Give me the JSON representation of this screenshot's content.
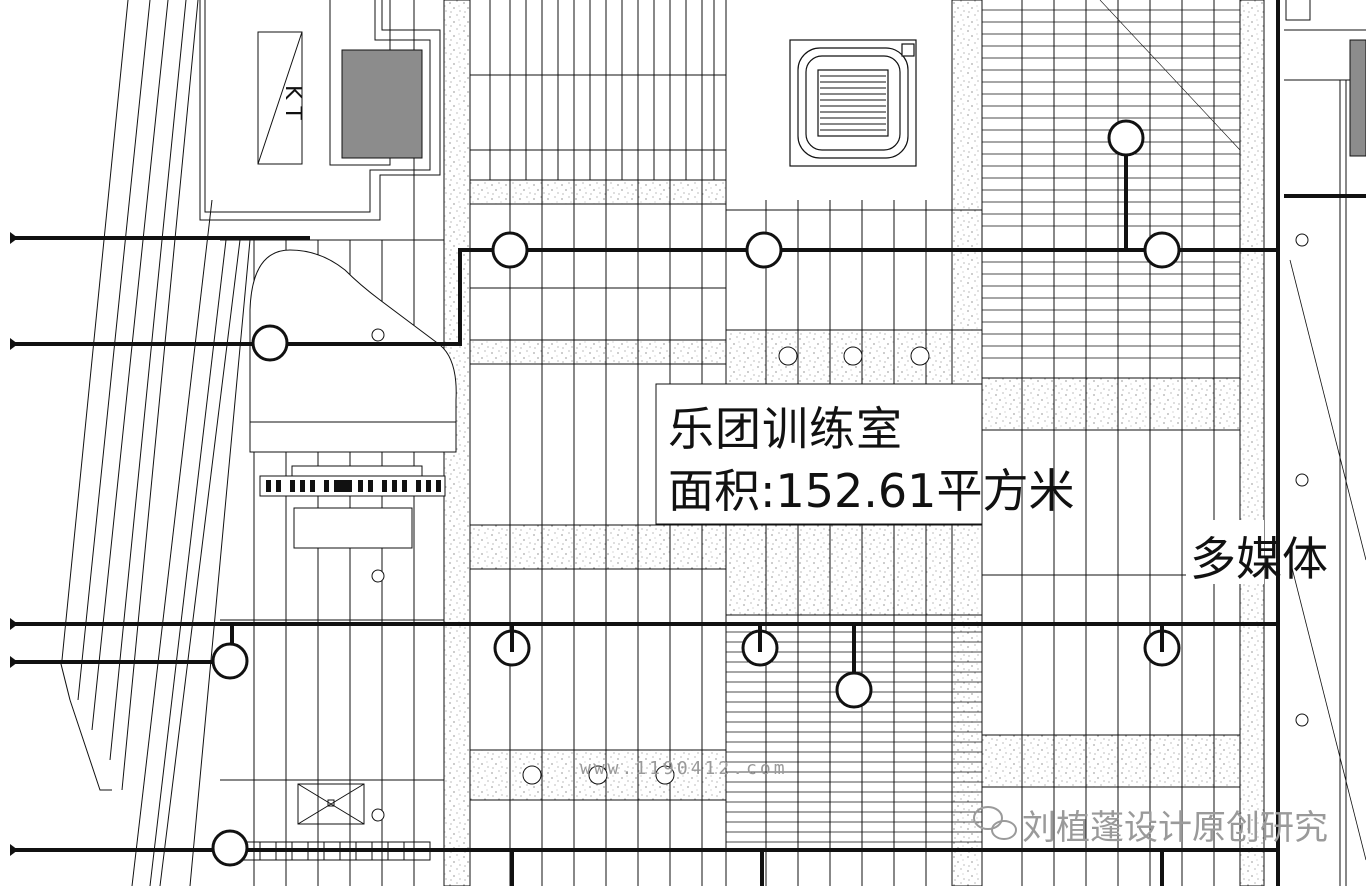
{
  "plan": {
    "room_name": "乐团训练室",
    "room_area": "面积:152.61平方米",
    "adjacent_room": "多媒体",
    "kt_label": "K T",
    "watermark_url": "www.1190412.com",
    "watermark_brand": "刘植蓬设计原创研究"
  },
  "colors": {
    "line": "#111111",
    "fill_dark": "#8c8c8c",
    "stipple": "#555555",
    "watermark": "#9a9a9a",
    "background": "#ffffff"
  }
}
